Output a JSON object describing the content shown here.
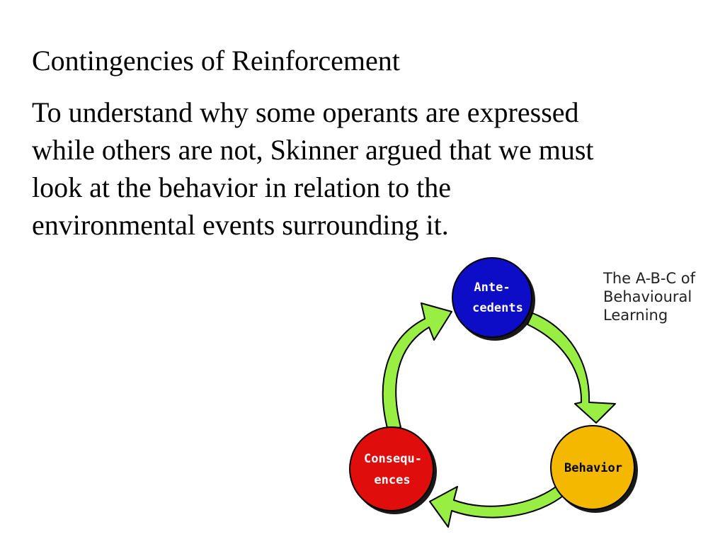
{
  "slide": {
    "title": "Contingencies of Reinforcement",
    "body_lines": [
      "To understand why some operants are expressed",
      "while others are not, Skinner argued that we must",
      "look at the behavior in relation to the",
      "environmental events surrounding it."
    ]
  },
  "diagram": {
    "caption_lines": [
      "The A-B-C of",
      "Behavioural",
      "Learning"
    ],
    "nodes": {
      "antecedents": {
        "line1": "Ante-",
        "line2": "cedents",
        "color": "#1010c8"
      },
      "behavior": {
        "line1": "Behavior",
        "color": "#f5b800"
      },
      "consequences": {
        "line1": "Consequ-",
        "line2": "ences",
        "color": "#e01010"
      }
    },
    "arrow_color": "#99ee44"
  }
}
